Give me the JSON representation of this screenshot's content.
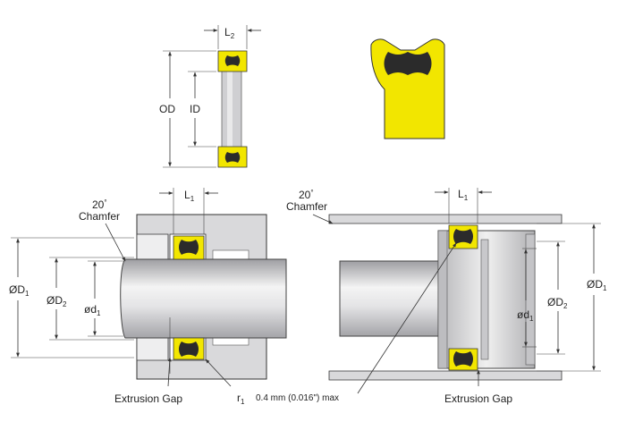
{
  "colors": {
    "seal_yellow": "#f2e600",
    "seal_black": "#2b2b2b",
    "housing_gray": "#d9d9db",
    "rod_light": "#f2f2f2",
    "rod_dark": "#a8a8ab"
  },
  "top_view": {
    "l2": {
      "main": "L",
      "sub": "2"
    },
    "od": "OD",
    "id": "ID"
  },
  "rod_view": {
    "l1": {
      "main": "L",
      "sub": "1"
    },
    "angle": "20",
    "degree": "°",
    "chamfer": "Chamfer",
    "d1": {
      "main": "ØD",
      "sub": "1"
    },
    "d2": {
      "main": "ØD",
      "sub": "2"
    },
    "small_d1": {
      "main": "ød",
      "sub": "1"
    },
    "extrusion_gap": "Extrusion Gap",
    "r1": {
      "main": "r",
      "sub": "1"
    },
    "r1_note": "0.4 mm (0.016\") max"
  },
  "piston_view": {
    "l1": {
      "main": "L",
      "sub": "1"
    },
    "angle": "20",
    "degree": "°",
    "chamfer": "Chamfer",
    "d1": {
      "main": "ØD",
      "sub": "1"
    },
    "d2": {
      "main": "ØD",
      "sub": "2"
    },
    "small_d1": {
      "main": "ød",
      "sub": "1"
    },
    "extrusion_gap": "Extrusion Gap"
  }
}
